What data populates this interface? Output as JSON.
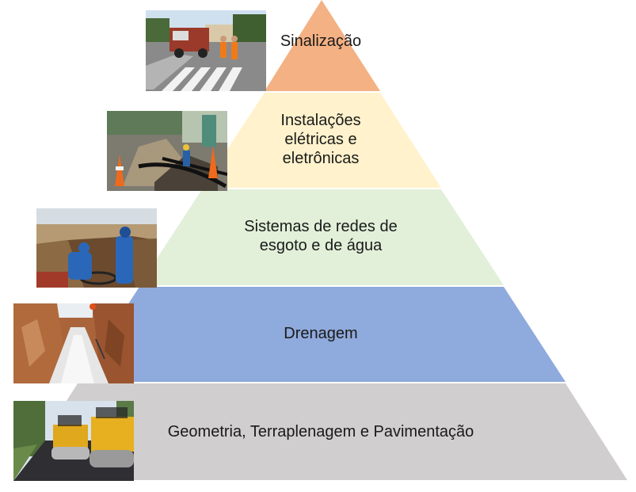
{
  "pyramid": {
    "levels": [
      {
        "label": "Sinalização",
        "color": "#f4b183",
        "photo": "road-marking-crew-photo"
      },
      {
        "label": "Instalações\nelétricas e\neletrônicas",
        "color": "#fff2cc",
        "photo": "electrical-trench-photo"
      },
      {
        "label": "Sistemas de redes de\nesgoto e de água",
        "color": "#e2f0d9",
        "photo": "water-sewer-workers-photo"
      },
      {
        "label": "Drenagem",
        "color": "#8faadc",
        "photo": "drainage-pipe-trench-photo"
      },
      {
        "label": "Geometria, Terraplenagem e Pavimentação",
        "color": "#d0cece",
        "photo": "road-paving-rollers-photo"
      }
    ]
  }
}
